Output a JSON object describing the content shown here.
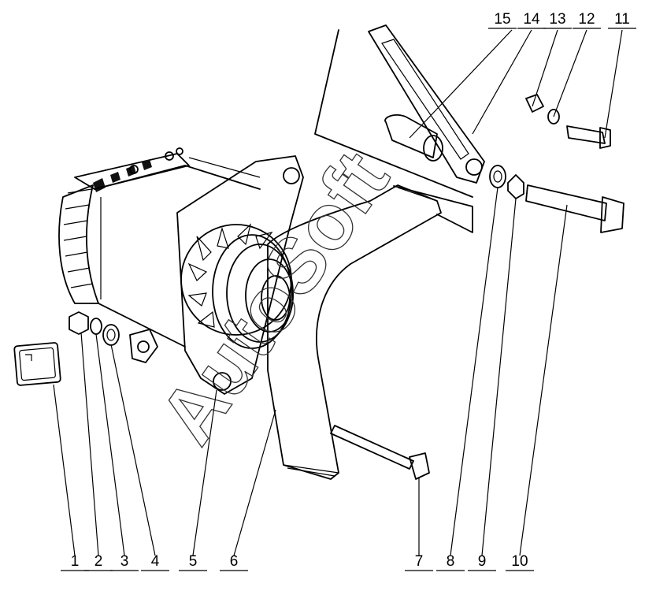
{
  "watermark": "AutoSoft",
  "callouts": [
    {
      "number": "1"
    },
    {
      "number": "2"
    },
    {
      "number": "3"
    },
    {
      "number": "4"
    },
    {
      "number": "5"
    },
    {
      "number": "6"
    },
    {
      "number": "7"
    },
    {
      "number": "8"
    },
    {
      "number": "9"
    },
    {
      "number": "10"
    },
    {
      "number": "11"
    },
    {
      "number": "12"
    },
    {
      "number": "13"
    },
    {
      "number": "14"
    },
    {
      "number": "15"
    }
  ]
}
